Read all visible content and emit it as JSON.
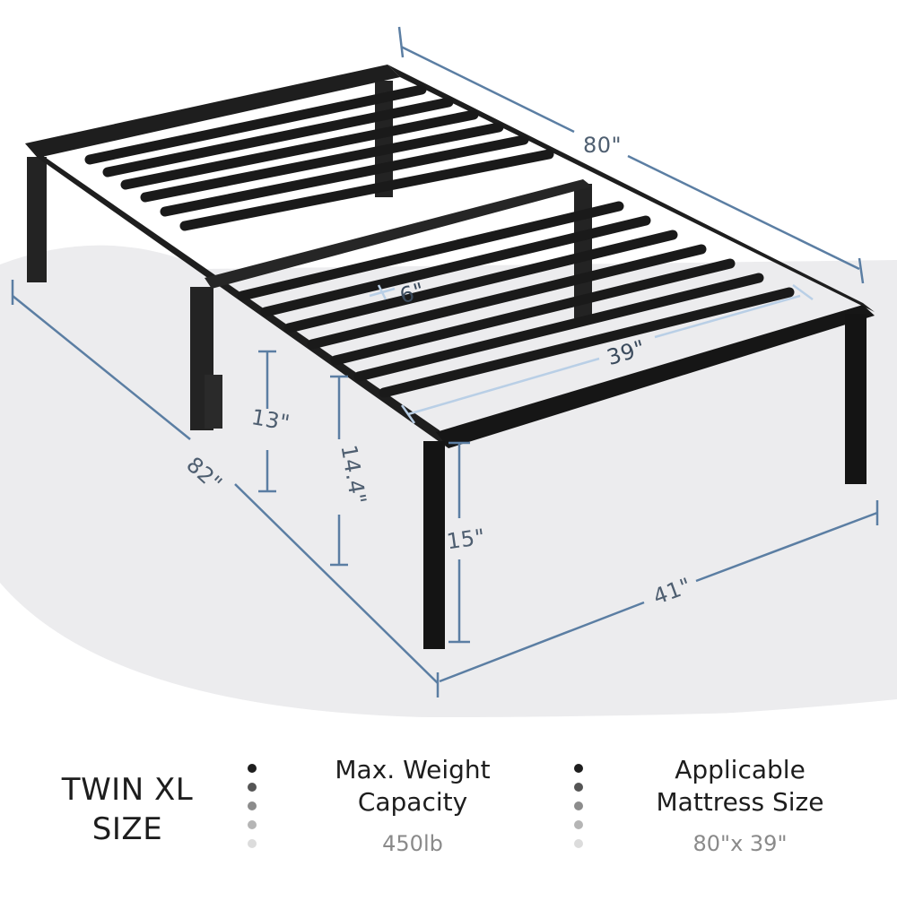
{
  "dimensions": {
    "length": "80\"",
    "overall_length": "82\"",
    "width": "39\"",
    "overall_width": "41\"",
    "slat_gap": "6\"",
    "clearance_low": "13\"",
    "clearance_mid": "14.4\"",
    "height": "15\""
  },
  "info": {
    "size_line1": "TWIN XL",
    "size_line2": "SIZE",
    "weight_label_line1": "Max. Weight",
    "weight_label_line2": "Capacity",
    "weight_value": "450lb",
    "mattress_label_line1": "Applicable",
    "mattress_label_line2": "Mattress Size",
    "mattress_value": "80\"x 39\""
  },
  "colors": {
    "dimension_line": "#5b7ea3",
    "dimension_text": "#4e5e70",
    "frame": "#1e1e1e",
    "floor": "#e9e9eb",
    "dots": [
      "#1e1e1e",
      "#555555",
      "#8c8c8c",
      "#b5b5b5",
      "#dcdcdc"
    ]
  }
}
